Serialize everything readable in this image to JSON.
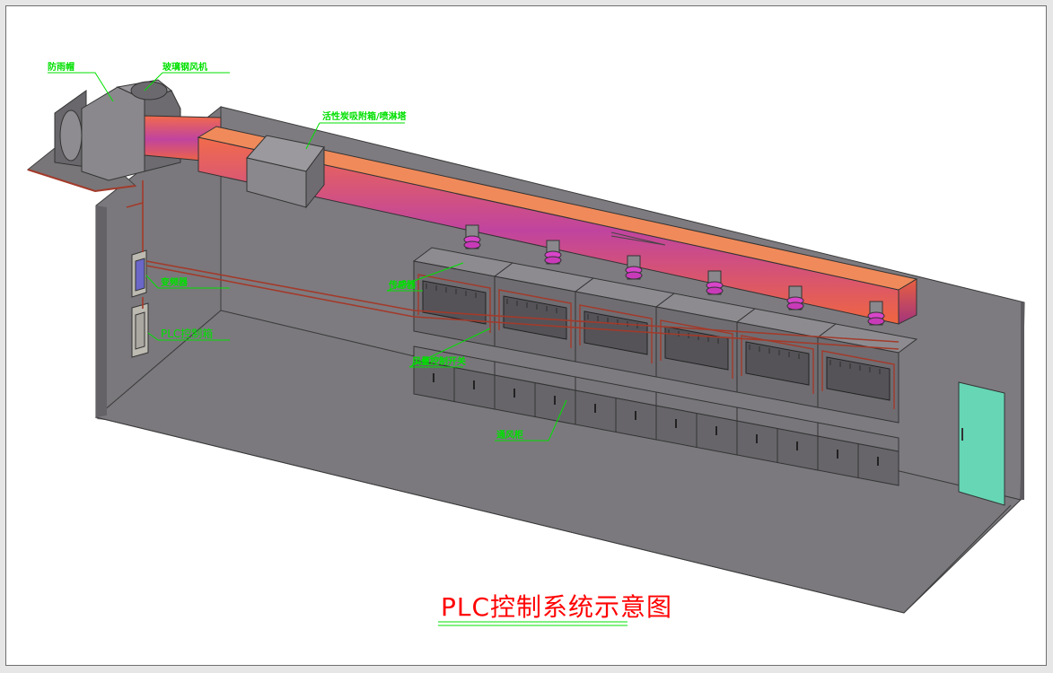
{
  "title": "PLC控制系统示意图",
  "labels": {
    "damper": "防雨帽",
    "fan": "玻璃钢风机",
    "tower": "活性炭吸附箱/喷淋塔",
    "inverter": "变频器",
    "plc_cabinet": "PLC控制箱",
    "sensor": "传感器",
    "valve_switch": "风量控制开关",
    "fume_hood": "通风柜"
  },
  "colors": {
    "title": "#ff0000",
    "label": "#00e000",
    "room": "#7c7a7f",
    "duct_core": "#b33aa8",
    "duct_edge": "#f26b4a",
    "door": "#66d6b4",
    "wire": "#a33a2a"
  }
}
